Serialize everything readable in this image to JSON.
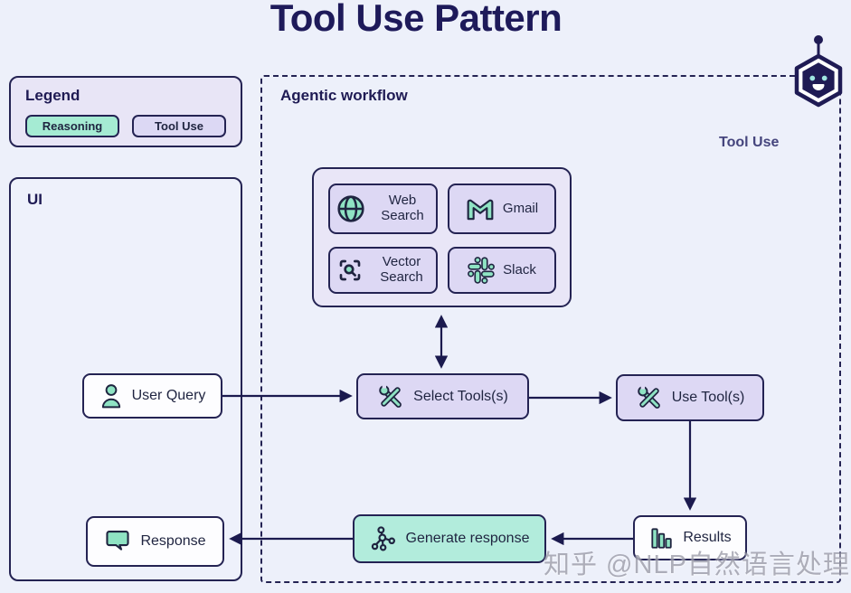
{
  "title": "Tool Use Pattern",
  "legend": {
    "title": "Legend",
    "items": [
      {
        "label": "Reasoning",
        "color": "#a5ebd3"
      },
      {
        "label": "Tool Use",
        "color": "#dcd8f4"
      }
    ]
  },
  "ui_panel": {
    "title": "UI"
  },
  "workflow_panel": {
    "title": "Agentic workflow",
    "corner_label": "Tool Use"
  },
  "tools": [
    {
      "label": "Web Search",
      "icon": "globe-icon"
    },
    {
      "label": "Gmail",
      "icon": "gmail-icon"
    },
    {
      "label": "Vector Search",
      "icon": "scan-search-icon"
    },
    {
      "label": "Slack",
      "icon": "slack-icon"
    }
  ],
  "nodes": {
    "user_query": "User Query",
    "select_tools": "Select Tools(s)",
    "use_tools": "Use Tool(s)",
    "results": "Results",
    "generate_response": "Generate response",
    "response": "Response"
  },
  "watermark": "知乎 @NLP自然语言处理",
  "colors": {
    "background": "#edf0fa",
    "ink_navy": "#1f1b54",
    "border_navy": "#242353",
    "arrow_navy": "#1b1a4e",
    "teal_fill": "#a5ebd3",
    "teal_node": "#b2ecdc",
    "teal_icon": "#8fe3c3",
    "lavender_fill": "#dcd8f4",
    "lavender_panel": "#e9e6f7",
    "muted_label": "#45457d",
    "robot_eye": "#9fe5e0"
  }
}
